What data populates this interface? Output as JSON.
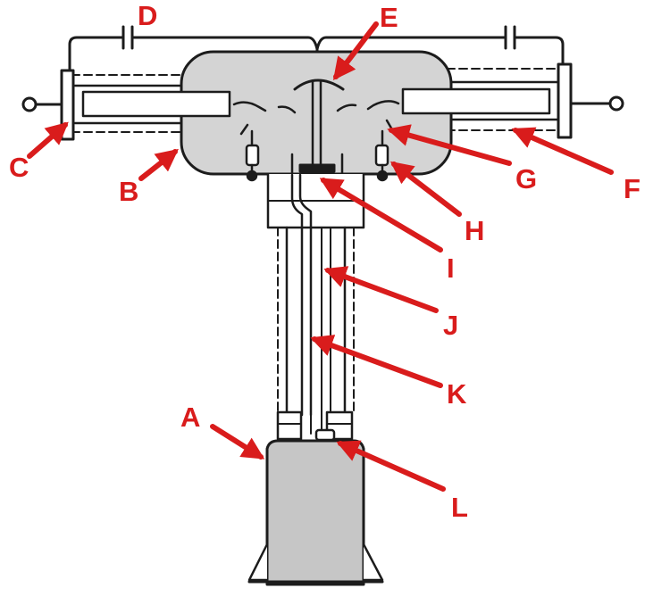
{
  "colors": {
    "callout": "#d91c1c",
    "line": "#1c1c1c",
    "housing_fill": "#d4d4d4",
    "base_fill": "#c6c6c6",
    "background": "#ffffff"
  },
  "labels": {
    "A": "A",
    "B": "B",
    "C": "C",
    "D": "D",
    "E": "E",
    "F": "F",
    "G": "G",
    "H": "H",
    "I": "I",
    "J": "J",
    "K": "K",
    "L": "L"
  }
}
